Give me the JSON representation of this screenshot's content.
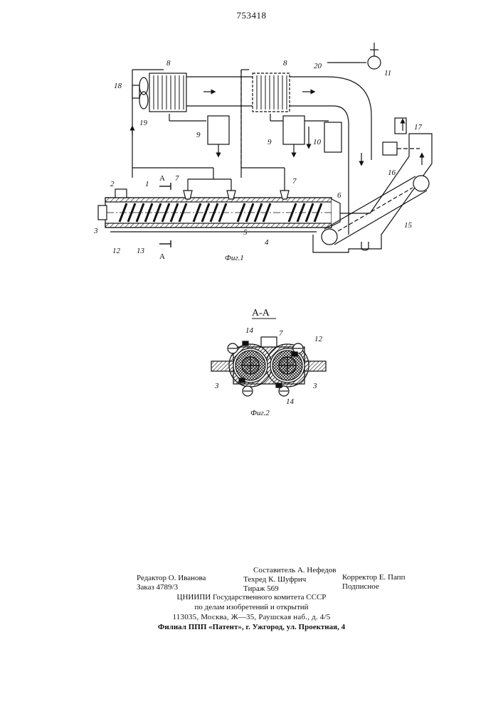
{
  "patent_number": "753418",
  "figure1": {
    "caption": "Фиг.1",
    "section_marker": "А",
    "labels": {
      "l1": "1",
      "l2": "2",
      "l3": "3",
      "l4": "4",
      "l5": "5",
      "l6": "6",
      "l7a": "7",
      "l7b": "7",
      "l8a": "8",
      "l8b": "8",
      "l9a": "9",
      "l9b": "9",
      "l10": "10",
      "l11": "11",
      "l12": "12",
      "l13": "13",
      "l15": "15",
      "l16": "16",
      "l17": "17",
      "l18": "18",
      "l19": "19",
      "l20": "20"
    }
  },
  "figure2": {
    "caption": "Фиг.2",
    "section_title": "А-А",
    "labels": {
      "l3a": "3",
      "l3b": "3",
      "l7": "7",
      "l12": "12",
      "l14a": "14",
      "l14b": "14"
    }
  },
  "colophon": {
    "editor": "Редактор О. Иванова",
    "order": "Заказ 4789/3",
    "compiler": "Составитель А. Нефедов",
    "techred": "Техред К. Шуфрич",
    "circulation": "Тираж 569",
    "corrector": "Корректор Е. Папп",
    "subscription": "Подписное",
    "org1": "ЦНИИПИ Государственного комитета СССР",
    "org2": "по делам изобретений и открытий",
    "address": "113035, Москва, Ж—35, Раушская наб., д. 4/5",
    "branch": "Филиал ППП «Патент», г. Ужгород, ул. Проектная, 4"
  }
}
